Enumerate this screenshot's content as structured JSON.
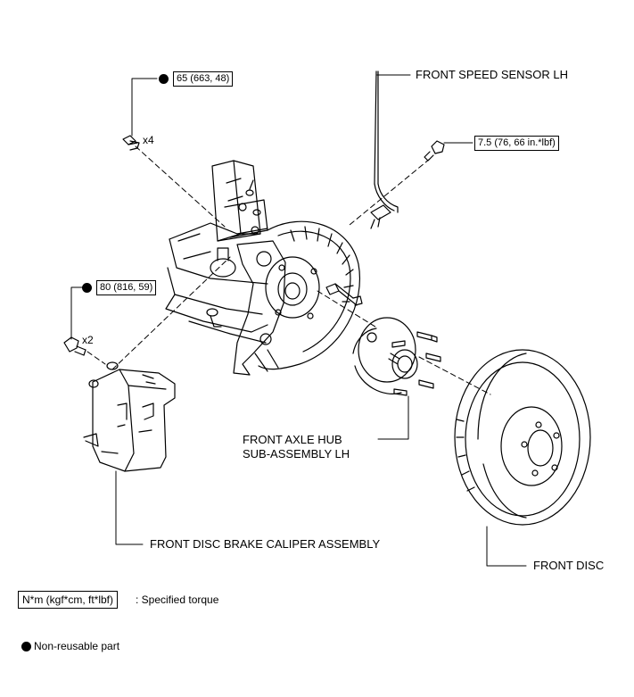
{
  "labels": {
    "speed_sensor": "FRONT SPEED SENSOR LH",
    "axle_hub_line1": "FRONT AXLE HUB",
    "axle_hub_line2": "SUB-ASSEMBLY LH",
    "caliper": "FRONT DISC BRAKE CALIPER ASSEMBLY",
    "disc": "FRONT DISC"
  },
  "torques": {
    "knuckle_bolts": "65 (663, 48)",
    "speed_sensor_bolt": "7.5 (76, 66 in.*lbf)",
    "caliper_bolts": "80 (816, 59)"
  },
  "quantities": {
    "knuckle_bolts": "x4",
    "caliper_bolts": "x2"
  },
  "legend": {
    "torque_unit": "N*m (kgf*cm, ft*lbf)",
    "torque_desc": ": Specified torque",
    "non_reusable": "Non-reusable part"
  }
}
